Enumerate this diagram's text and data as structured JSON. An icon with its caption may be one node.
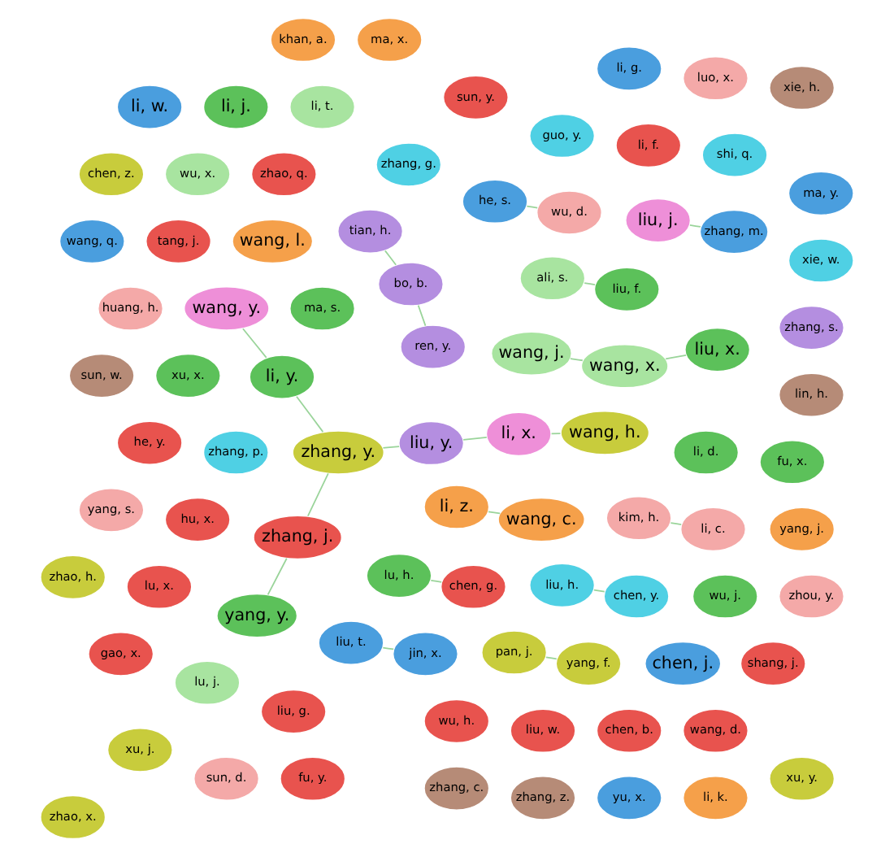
{
  "diagram": {
    "nodes": [
      {
        "text": [
          "ali, s."
        ]
      },
      {
        "text": [
          "ma, s."
        ]
      },
      {
        "text": [
          "zhang, p."
        ]
      },
      {
        "text": [
          "li, d."
        ]
      },
      {
        "text": [
          "lu, j."
        ]
      },
      {
        "text": [
          "liu, f."
        ]
      },
      {
        "text": [
          "zhao, q."
        ]
      },
      {
        "text": [
          "lu, h."
        ]
      },
      {
        "text": [
          "chen, g."
        ]
      },
      {
        "text": [
          "wu, x."
        ]
      },
      {
        "text": [
          "hu, x."
        ]
      },
      {
        "text": [
          "wu, j."
        ]
      },
      {
        "text": [
          "wang, j."
        ]
      },
      {
        "text": [
          "liu, x."
        ]
      },
      {
        "text": [
          "zhang, g."
        ]
      },
      {
        "text": [
          "xu, x."
        ]
      },
      {
        "text": [
          "wang, x."
        ]
      },
      {
        "text": [
          "shi, q."
        ]
      },
      {
        "text": [
          "tang, j."
        ]
      },
      {
        "text": [
          "liu, g."
        ]
      },
      {
        "text": [
          "wu, h."
        ]
      },
      {
        "text": [
          "liu, h."
        ]
      },
      {
        "text": [
          "li, f."
        ]
      },
      {
        "text": [
          "liu, w."
        ]
      },
      {
        "text": [
          "chen, b."
        ]
      },
      {
        "text": [
          "wang, d."
        ]
      },
      {
        "text": [
          "chen, y."
        ]
      },
      {
        "text": [
          "guo, y."
        ]
      },
      {
        "text": [
          "lu, x."
        ]
      },
      {
        "text": [
          "he, y."
        ]
      },
      {
        "text": [
          "yang, y."
        ]
      },
      {
        "text": [
          "shang, j."
        ]
      },
      {
        "text": [
          "zhang, j."
        ]
      },
      {
        "text": [
          "xu, j."
        ]
      },
      {
        "text": [
          "li, t."
        ]
      },
      {
        "text": [
          "kim, h."
        ]
      },
      {
        "text": [
          "li, j."
        ]
      },
      {
        "text": [
          "li, w."
        ]
      },
      {
        "text": [
          "li, c."
        ]
      },
      {
        "text": [
          "huang, h."
        ]
      },
      {
        "text": [
          "fu, x."
        ]
      },
      {
        "text": [
          "sun, y."
        ]
      },
      {
        "text": [
          "zhang, y."
        ]
      },
      {
        "text": [
          "li, y."
        ]
      },
      {
        "text": [
          "gao, x."
        ]
      },
      {
        "text": [
          "xu, y."
        ]
      },
      {
        "text": [
          "chen, j."
        ]
      },
      {
        "text": [
          "li, x."
        ]
      },
      {
        "text": [
          "liu, y."
        ]
      },
      {
        "text": [
          "wang, y."
        ]
      },
      {
        "text": [
          "yang, j."
        ]
      },
      {
        "text": [
          "xie, h."
        ]
      },
      {
        "text": [
          "wang, h."
        ]
      },
      {
        "text": [
          "chen, z."
        ]
      },
      {
        "text": [
          "yang, s."
        ]
      },
      {
        "text": [
          "sun, d."
        ]
      },
      {
        "text": [
          "fu, y."
        ]
      },
      {
        "text": [
          "zhang, c."
        ]
      },
      {
        "text": [
          "wang, l."
        ]
      },
      {
        "text": [
          "zhou, y."
        ]
      },
      {
        "text": [
          "liu, j."
        ]
      },
      {
        "text": [
          "lin, h."
        ]
      },
      {
        "text": [
          "zhang, s."
        ]
      },
      {
        "text": [
          "zhang, m."
        ]
      },
      {
        "text": [
          "luo, x."
        ]
      },
      {
        "text": [
          "tian, h."
        ]
      },
      {
        "text": [
          "sun, w."
        ]
      },
      {
        "text": [
          "zhang, z."
        ]
      },
      {
        "text": [
          "yu, x."
        ]
      },
      {
        "text": [
          "li, k."
        ]
      },
      {
        "text": [
          "he, s."
        ]
      },
      {
        "text": [
          "wu, d."
        ]
      },
      {
        "text": [
          "liu, t."
        ]
      },
      {
        "text": [
          "li, z."
        ]
      },
      {
        "text": [
          "xie, w."
        ]
      },
      {
        "text": [
          "bo, b."
        ]
      },
      {
        "text": [
          "ren, y."
        ]
      },
      {
        "text": [
          "ma, y."
        ]
      },
      {
        "text": [
          "li, g."
        ]
      },
      {
        "text": [
          "jin, x."
        ]
      },
      {
        "text": [
          "wang, c."
        ]
      },
      {
        "text": [
          "pan, j."
        ]
      },
      {
        "text": [
          "wang, q."
        ]
      },
      {
        "text": [
          "zhao, h."
        ]
      },
      {
        "text": [
          "yang, f."
        ]
      },
      {
        "text": [
          "zhao, x."
        ]
      },
      {
        "text": [
          "ma, x."
        ]
      },
      {
        "text": [
          "khan, a."
        ]
      }
    ],
    "edges": [
      {
        "from": 35,
        "to": 38,
        "arrow": "none"
      },
      {
        "from": 0,
        "to": 5,
        "arrow": "none"
      },
      {
        "from": 42,
        "to": 48,
        "arrow": "none"
      },
      {
        "from": 42,
        "to": 43,
        "arrow": "none"
      },
      {
        "from": 49,
        "to": 43,
        "arrow": "none"
      },
      {
        "from": 48,
        "to": 47,
        "arrow": "none"
      },
      {
        "from": 52,
        "to": 47,
        "arrow": "none"
      },
      {
        "from": 32,
        "to": 42,
        "arrow": "none"
      },
      {
        "from": 30,
        "to": 32,
        "arrow": "none"
      },
      {
        "from": 12,
        "to": 16,
        "arrow": "none"
      },
      {
        "from": 13,
        "to": 16,
        "arrow": "none"
      },
      {
        "from": 26,
        "to": 21,
        "arrow": "none"
      },
      {
        "from": 63,
        "to": 60,
        "arrow": "none"
      },
      {
        "from": 70,
        "to": 71,
        "arrow": "none"
      },
      {
        "from": 79,
        "to": 72,
        "arrow": "none"
      },
      {
        "from": 80,
        "to": 73,
        "arrow": "none"
      },
      {
        "from": 75,
        "to": 76,
        "arrow": "none"
      },
      {
        "from": 65,
        "to": 75,
        "arrow": "none"
      },
      {
        "from": 81,
        "to": 84,
        "arrow": "none"
      },
      {
        "from": 7,
        "to": 8,
        "arrow": "none"
      }
    ]
  }
}
